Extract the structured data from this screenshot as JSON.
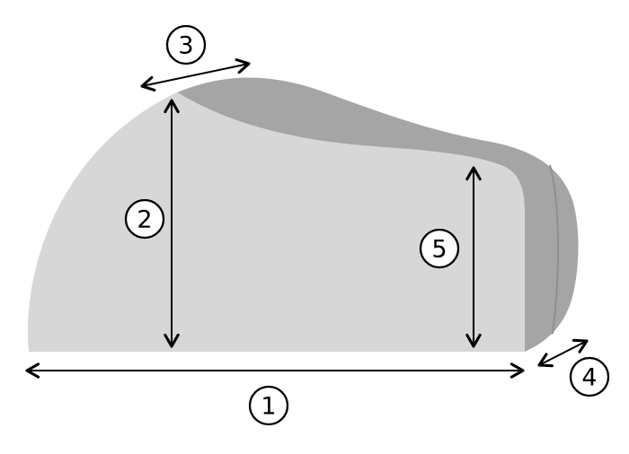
{
  "diagram": {
    "name": "cover-dimension-diagram",
    "labels": [
      {
        "id": "length",
        "text": "1"
      },
      {
        "id": "front-height",
        "text": "2"
      },
      {
        "id": "top-slope",
        "text": "3"
      },
      {
        "id": "width",
        "text": "4"
      },
      {
        "id": "rear-height",
        "text": "5"
      }
    ],
    "colors": {
      "front_face": "#d7d7d7",
      "top_face": "#a5a5a5",
      "seam": "#8f8f8f",
      "line": "#000000",
      "background": "#ffffff"
    }
  }
}
